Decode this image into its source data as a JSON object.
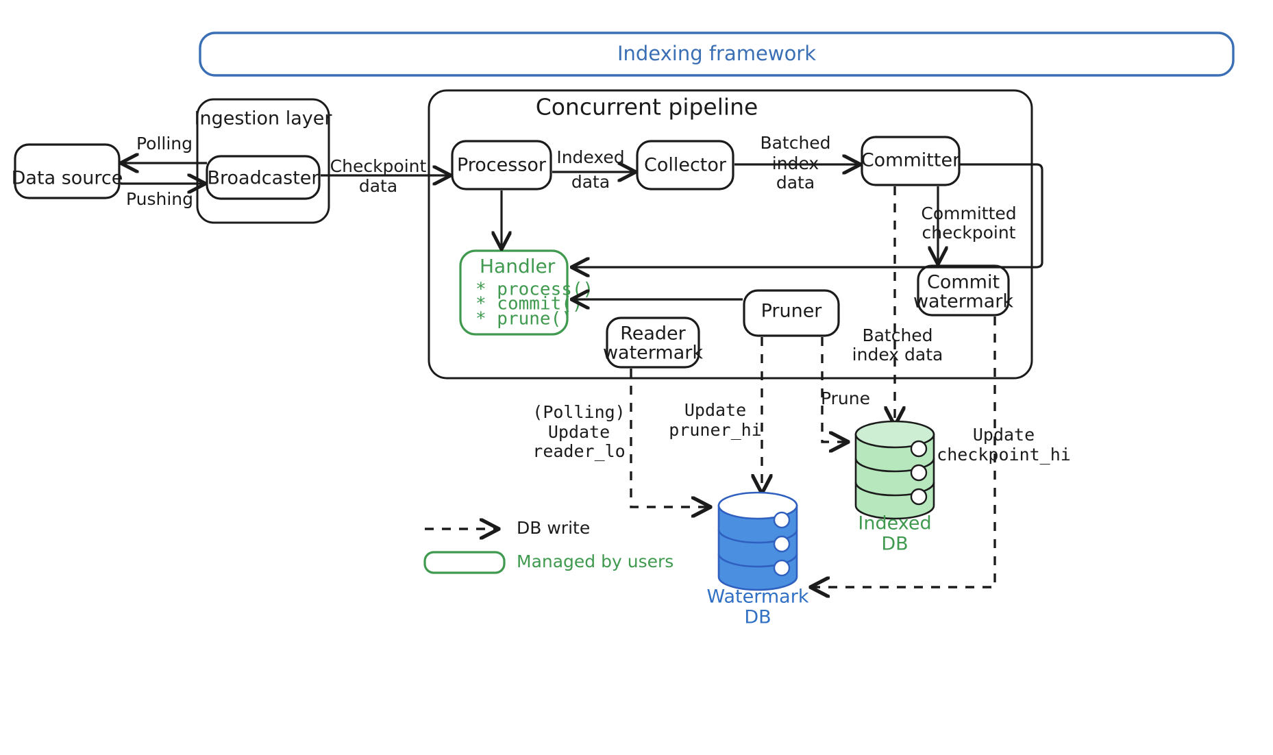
{
  "frame": {
    "title": "Indexing framework",
    "color": "#3a6fb5"
  },
  "pipeline": {
    "title": "Concurrent pipeline"
  },
  "groups": [
    {
      "id": "ingestion",
      "label": "Ingestion layer"
    }
  ],
  "nodes": {
    "data_source": "Data source",
    "broadcaster": "Broadcaster",
    "processor": "Processor",
    "collector": "Collector",
    "committer": "Committer",
    "commit_watermark_l1": "Commit",
    "commit_watermark_l2": "watermark",
    "reader_watermark_l1": "Reader",
    "reader_watermark_l2": "watermark",
    "pruner": "Pruner"
  },
  "handler": {
    "title": "Handler",
    "methods": [
      "* process()",
      "* commit()",
      "* prune()"
    ],
    "color": "#3f9a4f"
  },
  "edge_labels": {
    "polling": "Polling",
    "pushing": "Pushing",
    "checkpoint_l1": "Checkpoint",
    "checkpoint_l2": "data",
    "indexed_l1": "Indexed",
    "indexed_l2": "data",
    "batched_l1": "Batched",
    "batched_l2": "index",
    "batched_l3": "data",
    "committed_l1": "Committed",
    "committed_l2": "checkpoint",
    "batched2_l1": "Batched",
    "batched2_l2": "index data",
    "prune": "Prune"
  },
  "db_writes": {
    "reader_l1": "(Polling)",
    "reader_l2": "Update",
    "reader_l3": "reader_lo",
    "pruner_l1": "Update",
    "pruner_l2": "pruner_hi",
    "checkpoint_l1": "Update",
    "checkpoint_l2": "checkpoint_hi"
  },
  "databases": [
    {
      "id": "indexed-db",
      "line1": "Indexed",
      "line2": "DB",
      "color": "#3f9a4f",
      "fill": "#b6e7bd"
    },
    {
      "id": "watermark-db",
      "line1": "Watermark",
      "line2": "DB",
      "color": "#2f6fc4",
      "fill": "#4a8fe0"
    }
  ],
  "legend": [
    {
      "id": "db-write",
      "label": "DB write",
      "kind": "dashed-arrow",
      "color": "#1b1b1b"
    },
    {
      "id": "managed-by-users",
      "label": "Managed by users",
      "kind": "green-box",
      "color": "#3f9a4f"
    }
  ]
}
